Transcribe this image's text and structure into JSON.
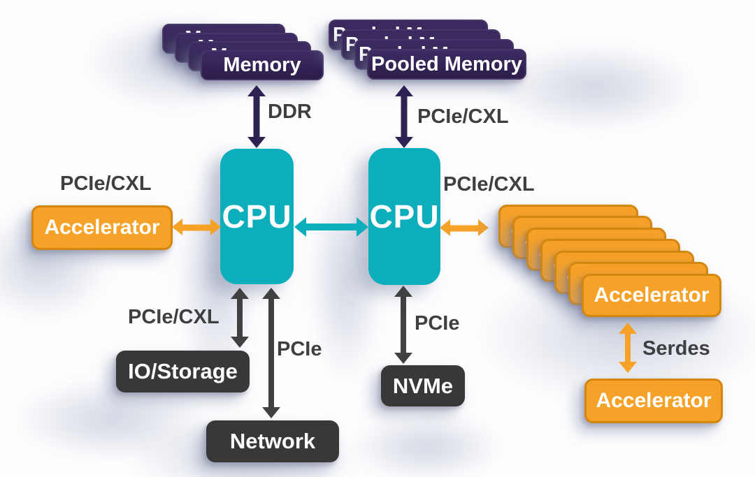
{
  "diagram": {
    "type": "system-architecture-diagram",
    "nodes": {
      "memory": {
        "label": "Memory",
        "count": 4
      },
      "pooled_memory": {
        "label": "Pooled Memory",
        "count": 4
      },
      "cpu_left": {
        "label": "CPU"
      },
      "cpu_right": {
        "label": "CPU"
      },
      "accelerator_left": {
        "label": "Accelerator"
      },
      "accelerator_stack": {
        "label": "Accelerator",
        "count": 7
      },
      "accelerator_bottom": {
        "label": "Accelerator"
      },
      "io_storage": {
        "label": "IO/Storage"
      },
      "network": {
        "label": "Network"
      },
      "nvme": {
        "label": "NVMe"
      }
    },
    "links": {
      "memory_cpu": {
        "label": "DDR"
      },
      "pooled_cpu": {
        "label": "PCIe/CXL"
      },
      "accel_left_cpu": {
        "label": "PCIe/CXL"
      },
      "accel_right_cpu": {
        "label": "PCIe/CXL"
      },
      "cpu_io_storage": {
        "label": "PCIe/CXL"
      },
      "cpu_network": {
        "label": "PCIe"
      },
      "cpu_nvme": {
        "label": "PCIe"
      },
      "accel_serdes": {
        "label": "Serdes"
      }
    },
    "colors": {
      "teal": "#0caebb",
      "orange": "#f6a127",
      "orange_border": "#d4870f",
      "purple": "#35255a",
      "dark_box": "#383838",
      "purple_arrow": "#2e2253",
      "dark_arrow": "#414141",
      "label_text": "#3d3f41",
      "background": "#fdfdfe"
    }
  }
}
